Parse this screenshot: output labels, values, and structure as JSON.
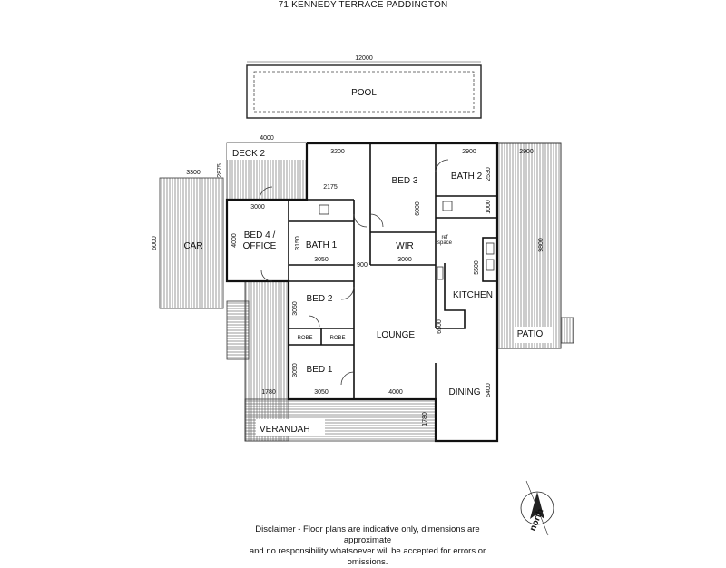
{
  "title": "71 KENNEDY TERRACE PADDINGTON",
  "rooms": {
    "pool": "POOL",
    "deck2": "DECK 2",
    "car": "CAR",
    "bed4_line1": "BED 4 /",
    "bed4_line2": "OFFICE",
    "bath1": "BATH 1",
    "bed3": "BED 3",
    "wir": "WIR",
    "bath2": "BATH 2",
    "kitchen": "KITCHEN",
    "bed2": "BED 2",
    "robe_left": "ROBE",
    "robe_right": "ROBE",
    "lounge": "LOUNGE",
    "bed1": "BED 1",
    "dining": "DINING",
    "patio": "PATIO",
    "verandah": "VERANDAH",
    "ref_line1": "ref",
    "ref_line2": "space"
  },
  "dimensions": {
    "pool_width": "12000",
    "deck_width": "4000",
    "car_width": "3300",
    "car_depth": "6000",
    "deck_depth": "2875",
    "bed4_width": "3000",
    "bed4_depth": "4000",
    "bath1_top": "2175",
    "bath1_side": "3150",
    "bath1_width": "3050",
    "hall_width": "900",
    "bed3_width": "3200",
    "bed3_depth": "6000",
    "wir_width": "3000",
    "bath2_width": "2900",
    "bath2_depth": "2530",
    "bath2_lower": "1000",
    "patio_width": "2900",
    "patio_depth": "9800",
    "kitchen_depth": "5500",
    "lounge_depth": "6500",
    "bed2_depth": "3050",
    "bed1_depth": "3050",
    "bed1_width": "3050",
    "verandah_left": "1780",
    "verandah_right": "1780",
    "lounge_width": "4000",
    "dining_depth": "5400"
  },
  "north_label": "north",
  "disclaimer": {
    "line1": "Disclaimer - Floor plans are indicative only, dimensions are approximate",
    "line2": "and no responsibility whatsoever will be accepted for errors or omissions."
  }
}
